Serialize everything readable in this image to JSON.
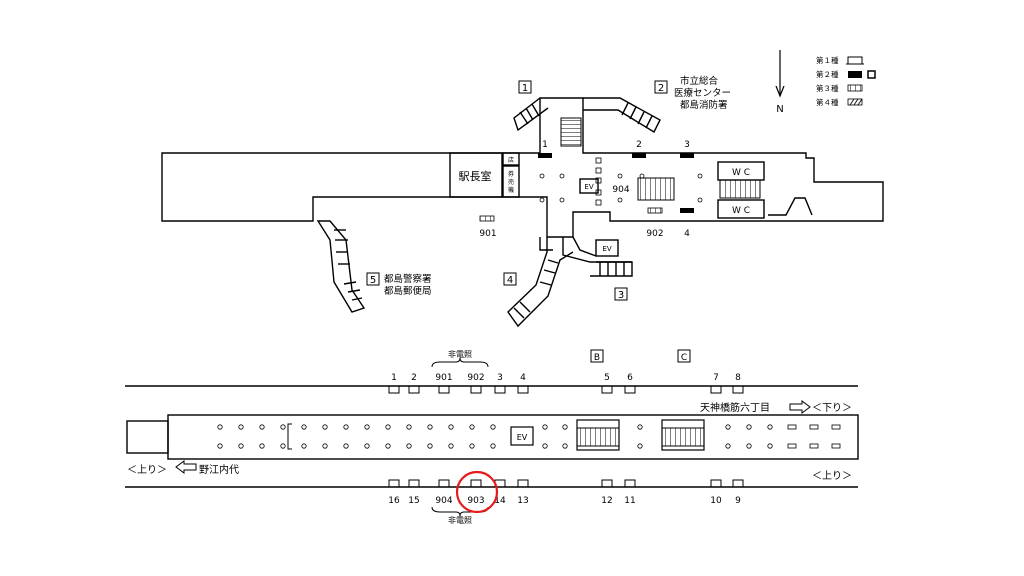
{
  "exits": {
    "e1": "1",
    "e2": "2",
    "e3": "3",
    "e4": "4",
    "e5": "5",
    "e2_label_1": "市立総合",
    "e2_label_2": "医療センター",
    "e2_label_3": "都島消防署",
    "e5_label_1": "都島警察署",
    "e5_label_2": "都島郵便局"
  },
  "plan": {
    "station_office": "駅長室",
    "shop": "店",
    "ticket_1": "券",
    "ticket_2": "売",
    "ticket_3": "機",
    "ev": "EV",
    "wc": "W C",
    "n1": "1",
    "n2": "2",
    "n3": "3",
    "n4": "4",
    "n901": "901",
    "n902": "902",
    "n904": "904"
  },
  "compass": {
    "north": "N"
  },
  "legend": [
    {
      "label": "第１種"
    },
    {
      "label": "第２種"
    },
    {
      "label": "第３種"
    },
    {
      "label": "第４種"
    }
  ],
  "platform": {
    "box_b": "B",
    "box_c": "C",
    "non_lit": "非電照",
    "ev": "EV",
    "top_cars": [
      "1",
      "2",
      "901",
      "902",
      "3",
      "4",
      "5",
      "6",
      "7",
      "8"
    ],
    "bottom_cars": [
      "16",
      "15",
      "904",
      "903",
      "14",
      "13",
      "12",
      "11",
      "10",
      "9"
    ],
    "down_label": "天神橋筋六丁目",
    "down_dir": "＜下り＞",
    "up_left_dir": "＜上り＞",
    "up_left_label": "野江内代",
    "up_right_dir": "＜上り＞"
  },
  "highlight": {
    "target": "903",
    "color": "#e8191a"
  }
}
